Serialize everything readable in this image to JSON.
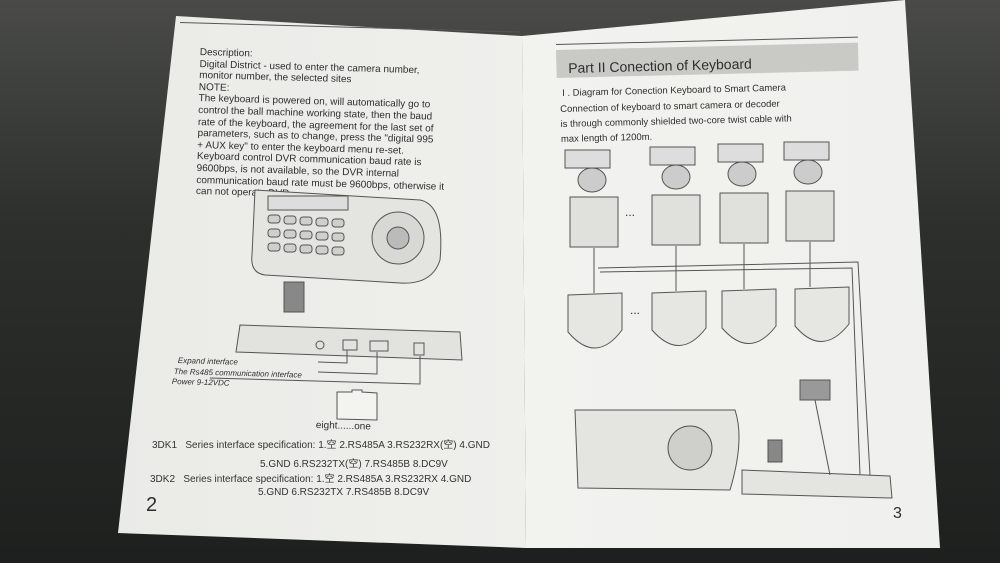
{
  "left_page": {
    "description_lines": [
      "Description:",
      "    Digital District - used to enter the camera number,",
      "monitor number,  the selected sites",
      "NOTE:",
      "    The keyboard is powered on,  will automatically go to",
      "control the ball machine working state,  then the baud",
      "rate of the keyboard,  the agreement for the last set of",
      "parameters,  such as to change,  press the \"digital 995",
      "+ AUX key\" to enter the keyboard menu re-set.",
      "    Keyboard control DVR communication baud rate is",
      "9600bps,  is not available,  so the DVR internal",
      "communication baud rate must be 9600bps,  otherwise it",
      "can not operate DVR"
    ],
    "labels": {
      "expand": "Expand interface",
      "rs485": "The Rs485 communication interface",
      "power": "Power 9-12VDC",
      "connector": "eight......one"
    },
    "specs": [
      {
        "model": "3DK1",
        "title": "Series interface specification:",
        "line1": "1.空   2.RS485A     3.RS232RX(空)   4.GND",
        "line2": "5.GND      6.RS232TX(空)      7.RS485B      8.DC9V"
      },
      {
        "model": "3DK2",
        "title": "Series interface specification:",
        "line1": "1.空      2.RS485A     3.RS232RX   4.GND",
        "line2": "5.GND      6.RS232TX      7.RS485B      8.DC9V"
      }
    ],
    "page_number": "2"
  },
  "right_page": {
    "header": "Part II   Conection of Keyboard",
    "section": "I  .  Diagram for Conection Keyboard to Smart Camera",
    "body_lines": [
      "    Connection of keyboard to smart camera or decoder",
      "is through commonly shielded two-core twist cable with",
      "max length of 1200m."
    ],
    "ellipsis": "...",
    "page_number": "3"
  },
  "colors": {
    "paper": "#f0f0ed",
    "ink": "#2e2e2e",
    "header_bar": "#c9c9c6",
    "background": "#2b2d2c"
  }
}
